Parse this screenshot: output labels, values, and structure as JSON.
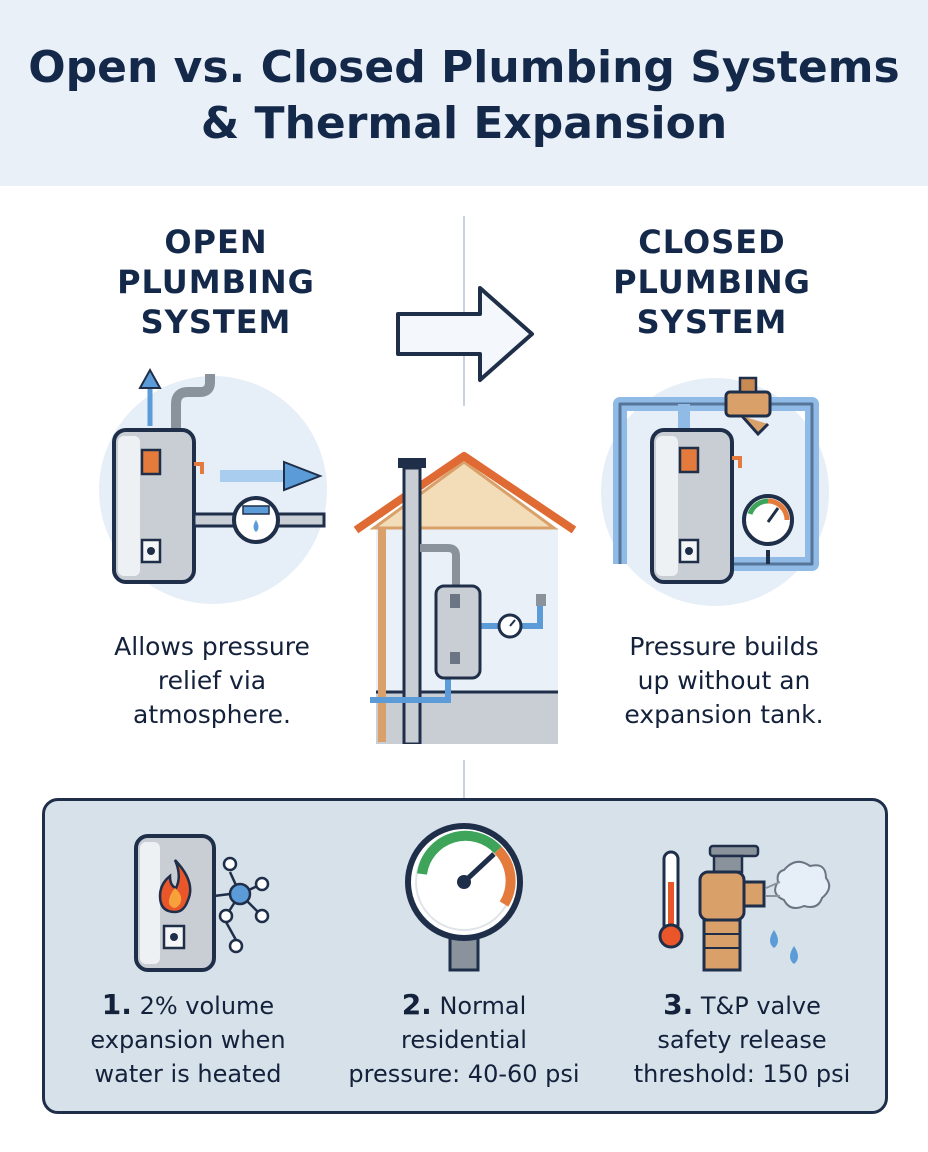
{
  "header": {
    "title_line1": "Open vs. Closed Plumbing Systems",
    "title_line2": "& Thermal Expansion"
  },
  "open_system": {
    "title_lines": [
      "OPEN",
      "PLUMBING",
      "SYSTEM"
    ],
    "description_lines": [
      "Allows pressure",
      "relief via",
      "atmosphere."
    ]
  },
  "closed_system": {
    "title_lines": [
      "CLOSED",
      "PLUMBING",
      "SYSTEM"
    ],
    "description_lines": [
      "Pressure builds",
      "up without an",
      "expansion tank."
    ]
  },
  "facts": [
    {
      "number": "1.",
      "lines": [
        "2% volume",
        "expansion when",
        "water is heated"
      ]
    },
    {
      "number": "2.",
      "lines": [
        "Normal",
        "residential",
        "pressure: 40-60 psi"
      ]
    },
    {
      "number": "3.",
      "lines": [
        "T&P valve",
        "safety release",
        "threshold: 150 psi"
      ]
    }
  ],
  "colors": {
    "navy": "#14294a",
    "pipe_blue": "#6aa2d8",
    "tank_gray": "#c9ced5",
    "accent_orange": "#e47b3c",
    "brass": "#d9a06a",
    "gauge_green": "#3ea45a",
    "panel_bg": "#d7e1ea"
  },
  "icons": [
    "arrow-right-icon",
    "water-heater-icon",
    "water-meter-icon",
    "house-icon",
    "pressure-gauge-icon",
    "backflow-valve-icon",
    "flame-icon",
    "molecule-icon",
    "thermometer-icon",
    "tp-valve-icon",
    "steam-icon",
    "water-drop-icon"
  ]
}
